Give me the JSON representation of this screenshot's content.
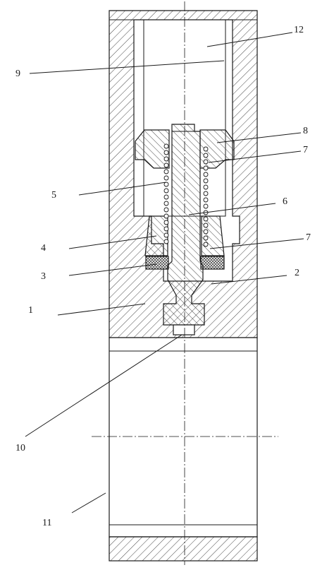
{
  "labels": {
    "l1": "1",
    "l2": "2",
    "l3": "3",
    "l4": "4",
    "l5": "5",
    "l6": "6",
    "l7a": "7",
    "l7b": "7",
    "l8": "8",
    "l9": "9",
    "l10": "10",
    "l11": "11",
    "l12": "12"
  },
  "colors": {
    "stroke": "#1a1a1a",
    "hatch": "#333333",
    "seal": "#444444"
  }
}
